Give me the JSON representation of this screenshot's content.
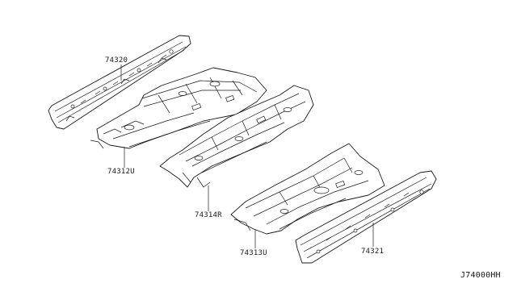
{
  "parts": [
    {
      "key": "rail_upper",
      "label": "74320"
    },
    {
      "key": "floor_front",
      "label": "74312U"
    },
    {
      "key": "floor_center",
      "label": "74314R"
    },
    {
      "key": "floor_rear",
      "label": "74313U"
    },
    {
      "key": "rail_lower",
      "label": "74321"
    }
  ],
  "diagram_ref": "J74000HH"
}
